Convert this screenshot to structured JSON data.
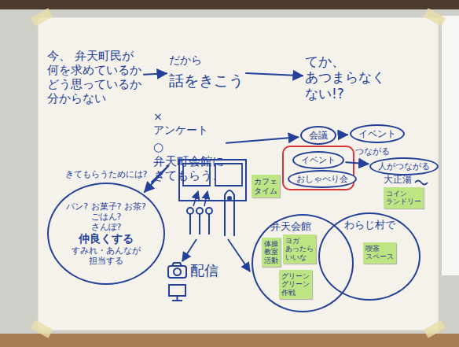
{
  "diagram": {
    "nodes": [
      {
        "text": [
          "今、 弁天町民が 何を求めているか どう思っているか 分からない"
        ]
      },
      {
        "text": [
          "だから",
          "話をきこう"
        ]
      },
      {
        "text": [
          "てか、 あつまらなく ない!?"
        ]
      },
      {
        "text": [
          "×アンケート",
          "○弁天町会館に きてもらう、"
        ]
      },
      {
        "text": [
          "会議"
        ]
      },
      {
        "text": [
          "イベント"
        ]
      },
      {
        "text": [
          "イベント"
        ]
      },
      {
        "text": [
          "おしゃべり会"
        ]
      },
      {
        "text": [
          "人がつながる"
        ]
      },
      {
        "text": [
          "カフェ タイム"
        ]
      },
      {
        "text": [
          "コイン ランドリー"
        ]
      },
      {
        "text": [
          "きてもらうためには?",
          "パン? お菓子? お茶? ごはん?",
          "さんぽ?",
          "仲良くする",
          "すみれ・あんなが 担当する"
        ]
      },
      {
        "text": [
          "弁天会館"
        ]
      },
      {
        "text": [
          "体操 教室 活動"
        ],
        "in": 12
      },
      {
        "text": [
          "ヨガ あったら いいな"
        ],
        "in": 12
      },
      {
        "text": [
          "グリーン グリーン 作戦"
        ],
        "in": 12
      },
      {
        "text": [
          "わらじ村で"
        ]
      },
      {
        "text": [
          "喫茶 スペース"
        ],
        "in": 16
      }
    ],
    "edges": [
      {
        "from": 0,
        "to": 1,
        "arrow": "to"
      },
      {
        "from": 1,
        "to": 2,
        "arrow": "to"
      },
      {
        "from": 3,
        "to": 4,
        "arrow": "to"
      },
      {
        "from": 4,
        "to": 5,
        "arrow": "to"
      },
      {
        "from": 6,
        "to": 8,
        "arrow": "to"
      },
      {
        "from": 3,
        "to": 11,
        "arrow": "to"
      }
    ],
    "labels": [
      "つながる",
      "大正湯",
      "配信"
    ]
  }
}
